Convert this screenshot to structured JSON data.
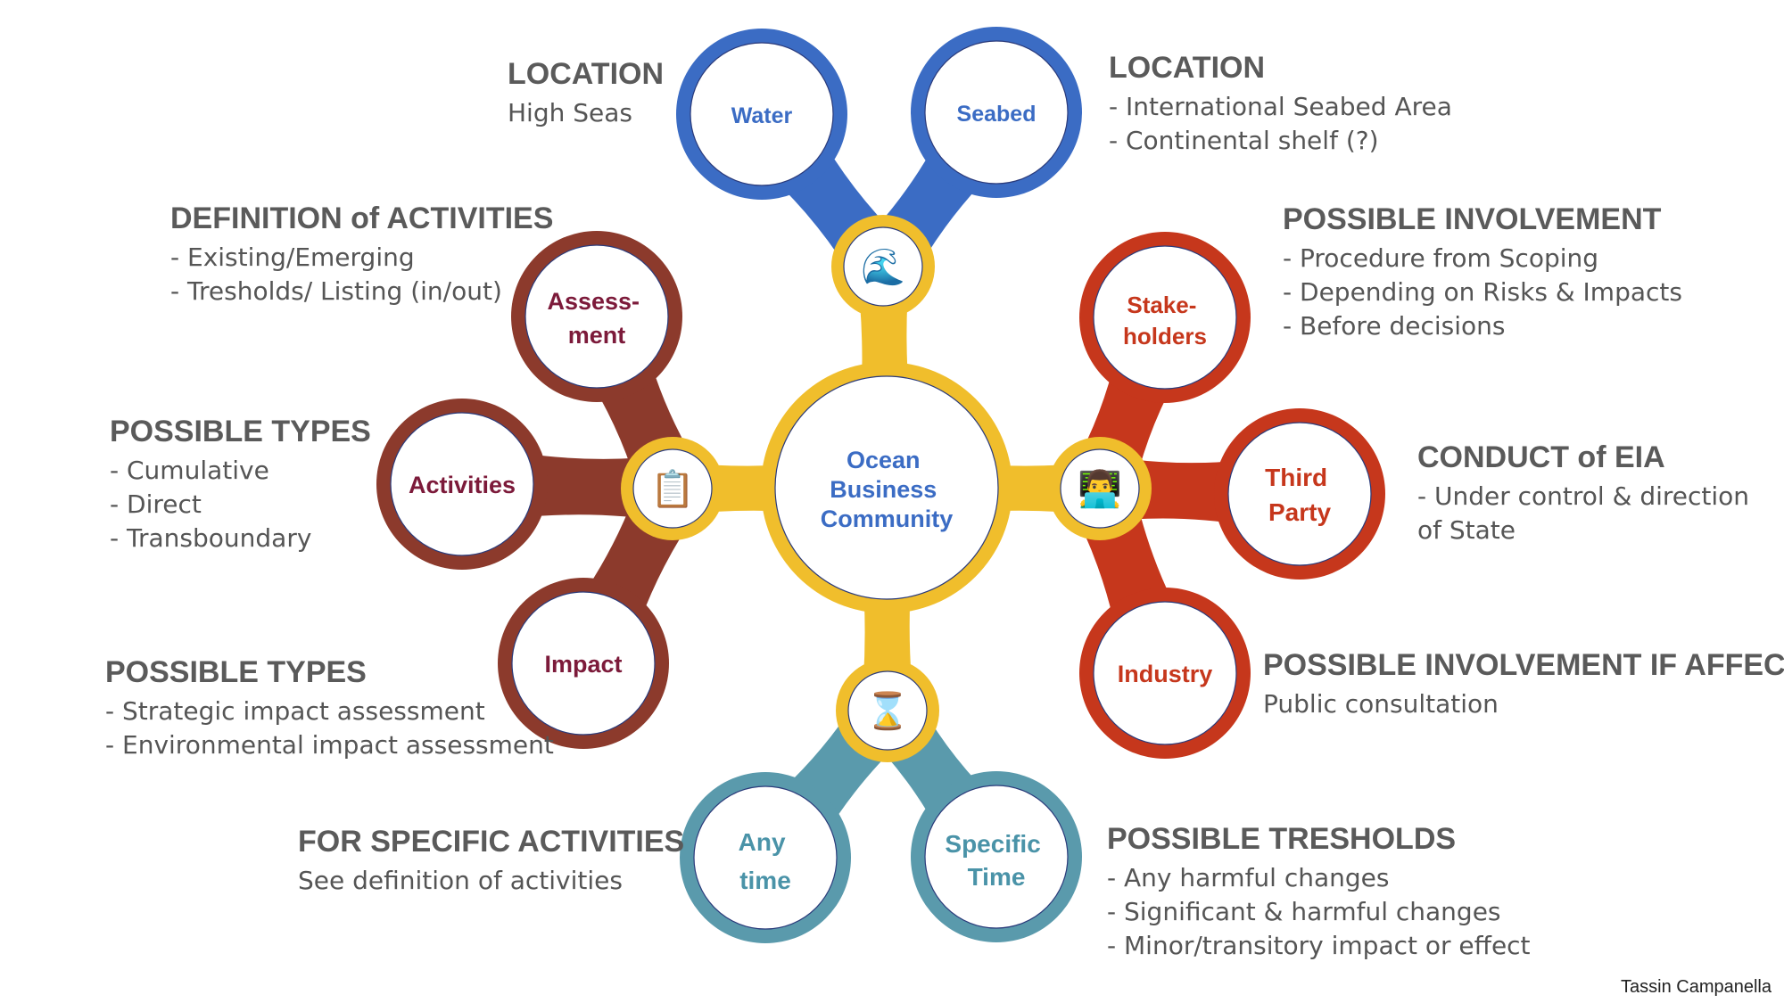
{
  "colors": {
    "center": "#f0be2c",
    "top": "#3b6cc4",
    "right": "#c6371c",
    "left": "#8c3a2c",
    "bottom": "#5a9aac",
    "center_text": "#3b6cc4",
    "top_text": "#3b6cc4",
    "right_text": "#c6371c",
    "left_text": "#7c1a3a",
    "bottom_text": "#4a93a8"
  },
  "center": {
    "lines": [
      "Ocean",
      "Business",
      "Community"
    ]
  },
  "hubs": {
    "top": {
      "icon": "wave-icon",
      "glyph": "🌊"
    },
    "right": {
      "icon": "person-at-laptop-icon",
      "glyph": "👨‍💻"
    },
    "left": {
      "icon": "clipboard-icon",
      "glyph": "📋"
    },
    "bottom": {
      "icon": "hourglass-icon",
      "glyph": "⌛"
    }
  },
  "nodes": {
    "water": {
      "lines": [
        "Water"
      ]
    },
    "seabed": {
      "lines": [
        "Seabed"
      ]
    },
    "stakeholders": {
      "lines": [
        "Stake-",
        "holders"
      ]
    },
    "third_party": {
      "lines": [
        "Third",
        "Party"
      ]
    },
    "industry": {
      "lines": [
        "Industry"
      ]
    },
    "assessment": {
      "lines": [
        "Assess-",
        "ment"
      ]
    },
    "activities": {
      "lines": [
        "Activities"
      ]
    },
    "impact": {
      "lines": [
        "Impact"
      ]
    },
    "any_time": {
      "lines": [
        "Any",
        "time"
      ]
    },
    "specific_time": {
      "lines": [
        "Specific",
        "Time"
      ]
    }
  },
  "labels": {
    "location_high_seas": {
      "heading": "LOCATION",
      "lines": [
        "High Seas"
      ]
    },
    "location_seabed": {
      "heading": "LOCATION",
      "lines": [
        "- International Seabed Area",
        "- Continental shelf (?)"
      ]
    },
    "definition_activities": {
      "heading": "DEFINITION of ACTIVITIES",
      "lines": [
        "- Existing/Emerging",
        "- Tresholds/ Listing (in/out)"
      ]
    },
    "possible_involvement": {
      "heading": "POSSIBLE INVOLVEMENT",
      "lines": [
        "- Procedure from Scoping",
        "- Depending on Risks & Impacts",
        "- Before decisions"
      ]
    },
    "possible_types_impacts": {
      "heading": "POSSIBLE TYPES",
      "lines": [
        "- Cumulative",
        "- Direct",
        "- Transboundary"
      ]
    },
    "conduct_eia": {
      "heading": "CONDUCT of EIA",
      "lines": [
        "- Under control & direction",
        "of State"
      ]
    },
    "possible_involvement_affected": {
      "heading": "POSSIBLE INVOLVEMENT IF AFFECTED",
      "lines": [
        "Public consultation"
      ]
    },
    "possible_types_assessment": {
      "heading": "POSSIBLE TYPES",
      "lines": [
        "- Strategic impact assessment",
        "- Environmental impact assessment"
      ]
    },
    "specific_activities": {
      "heading": "FOR SPECIFIC ACTIVITIES",
      "lines": [
        "See definition of activities"
      ]
    },
    "possible_tresholds": {
      "heading": "POSSIBLE TRESHOLDS",
      "lines": [
        "- Any harmful changes",
        "- Significant & harmful changes",
        "- Minor/transitory impact or effect"
      ]
    }
  },
  "credit": "Tassin Campanella"
}
